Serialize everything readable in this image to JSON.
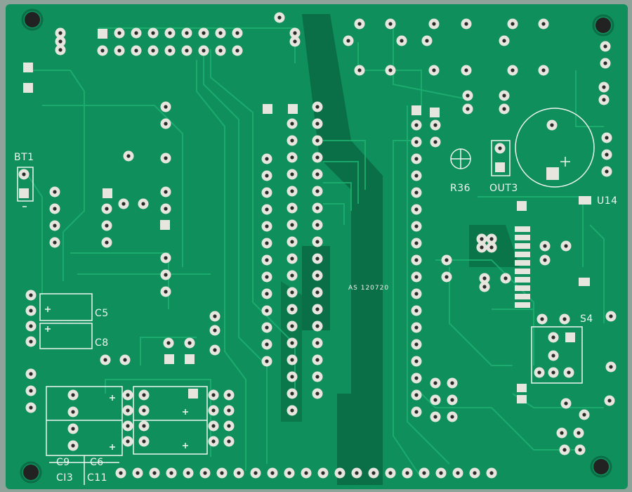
{
  "board": {
    "labels": {
      "bt1": "BT1",
      "c5": "C5",
      "c8": "C8",
      "c9": "C9",
      "c6": "C6",
      "c13": "CI3",
      "c11": "C11",
      "r36": "R36",
      "out3": "OUT3",
      "u14": "U14",
      "s4": "S4",
      "code": "AS 120720"
    },
    "colors": {
      "board": "#0f8f5c",
      "board_dark": "#0a6e46",
      "trace": "#1aa56c",
      "pad": "#e6e6de",
      "silkscreen": "#eef5f0",
      "background": "#8fa39a"
    }
  }
}
